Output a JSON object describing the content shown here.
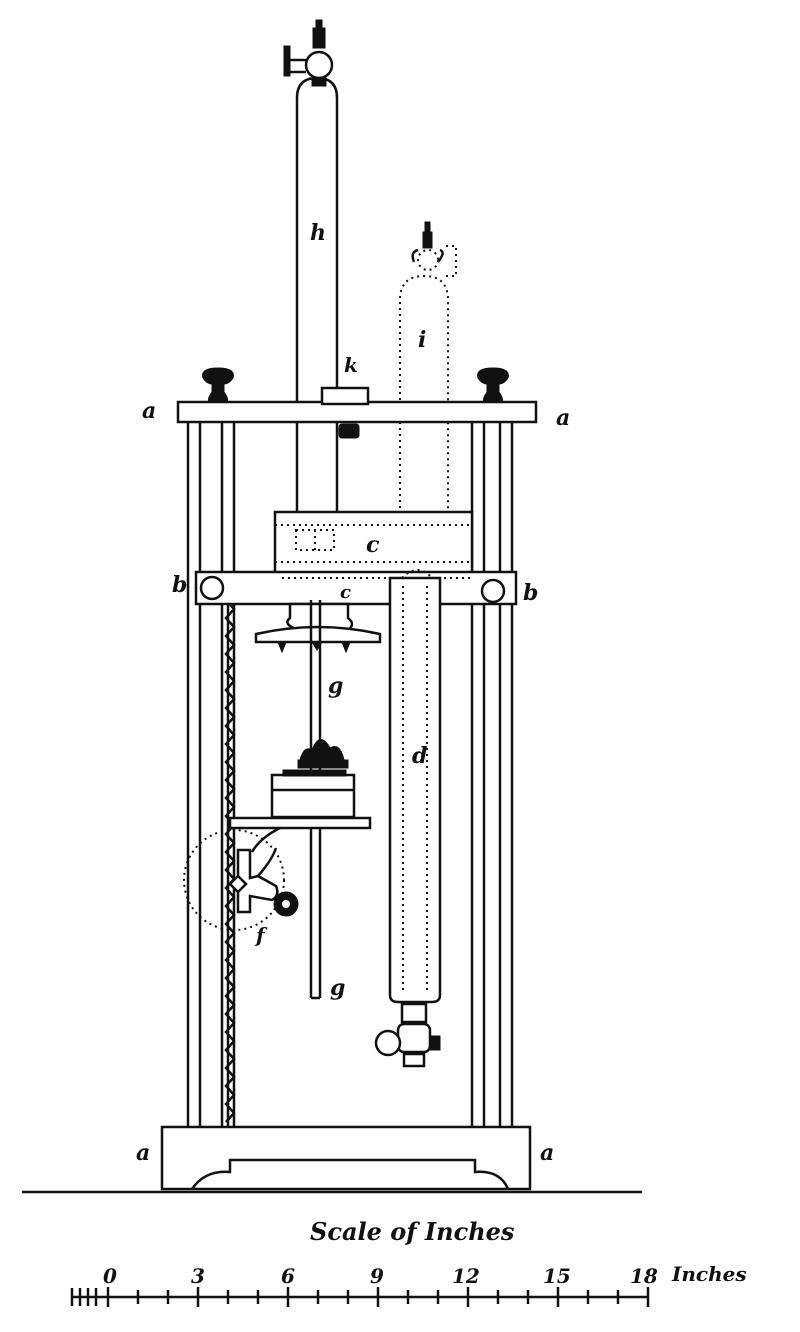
{
  "labels": {
    "a_top_left": "a",
    "a_top_right": "a",
    "b_left": "b",
    "b_right": "b",
    "c": "c",
    "c_small": "c",
    "d": "d",
    "g_upper": "g",
    "g_lower": "g",
    "h": "h",
    "i": "i",
    "k": "k",
    "f": "f",
    "a_bottom_left": "a",
    "a_bottom_right": "a"
  },
  "scale": {
    "title": "Scale of Inches",
    "unit": "Inches",
    "ticks": [
      "0",
      "3",
      "6",
      "9",
      "12",
      "15",
      "18"
    ]
  }
}
